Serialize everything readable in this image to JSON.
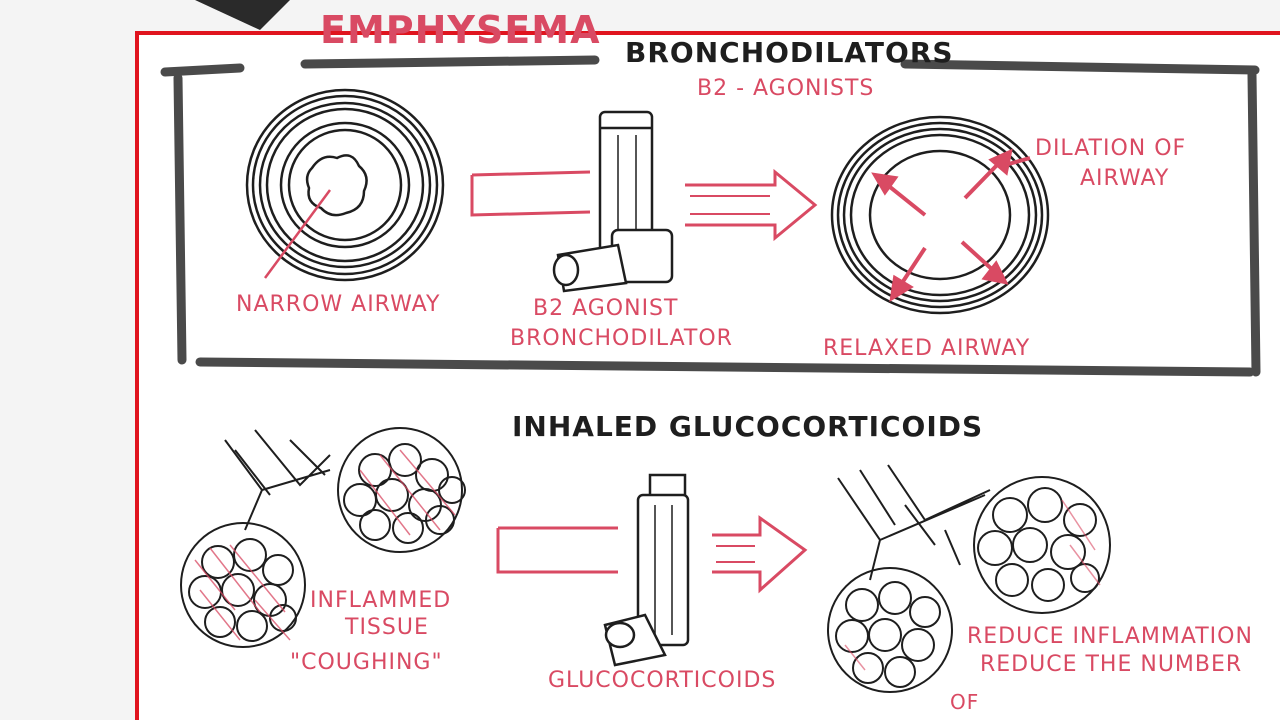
{
  "top_title": "EMPHYSEMA",
  "bronchodilators": {
    "title": "BRONCHODILATORS",
    "subtitle": "B2 - AGONISTS",
    "narrow_airway_label": "NARROW AIRWAY",
    "inhaler_label_1": "B2 AGONIST",
    "inhaler_label_2": "BRONCHODILATOR",
    "relaxed_airway_label": "RELAXED AIRWAY",
    "dilation_label_1": "DILATION OF",
    "dilation_label_2": "AIRWAY"
  },
  "glucocorticoids": {
    "title": "INHALED GLUCOCORTICOIDS",
    "inflamed_label_1": "INFLAMMED",
    "inflamed_label_2": "TISSUE",
    "coughing_label": "\"COUGHING\"",
    "inhaler_label": "GLUCOCORTICOIDS",
    "reduce_label_1": "REDUCE INFLAMMATION",
    "reduce_label_2": "REDUCE THE NUMBER",
    "reduce_label_3": "OF"
  },
  "colors": {
    "frame_red": "#e0141e",
    "accent_pink": "#d94a63",
    "ink": "#1e1e1e",
    "box_gray": "#4a4a4a"
  }
}
